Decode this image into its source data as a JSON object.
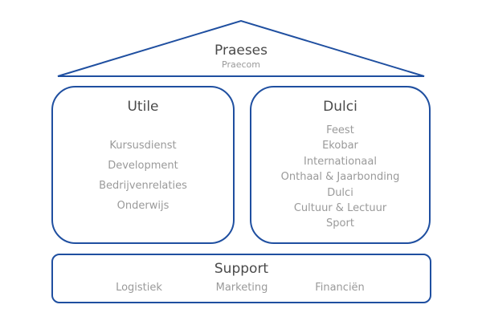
{
  "roof": {
    "title": "Praeses",
    "subtitle": "Praecom"
  },
  "pillars": [
    {
      "title": "Utile",
      "items": [
        "Kursusdienst",
        "Development",
        "Bedrijvenrelaties",
        "Onderwijs"
      ]
    },
    {
      "title": "Dulci",
      "items": [
        "Feest",
        "Ekobar",
        "Internationaal",
        "Onthaal & Jaarbonding",
        "Dulci",
        "Cultuur & Lectuur",
        "Sport"
      ]
    }
  ],
  "support": {
    "title": "Support",
    "items": [
      "Logistiek",
      "Marketing",
      "Financiën"
    ]
  },
  "colors": {
    "border": "#1f4fa0",
    "title_text": "#4a4a4a",
    "item_text": "#9a9a9a"
  }
}
